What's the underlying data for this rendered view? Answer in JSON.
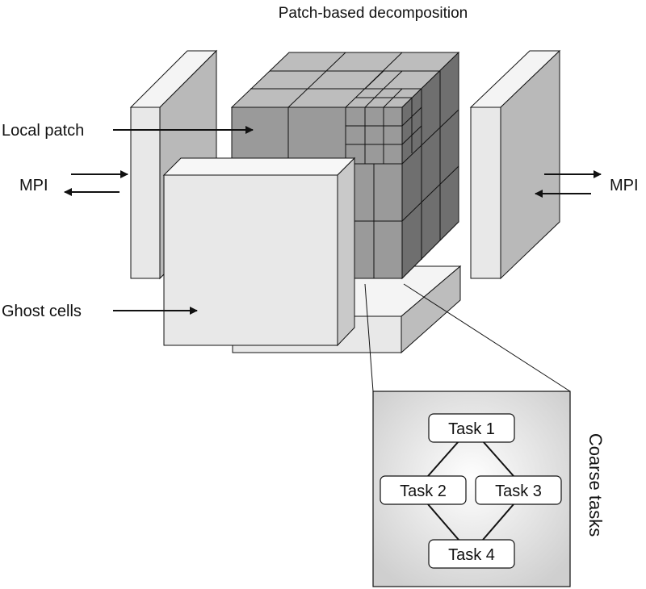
{
  "title": "Patch-based decomposition",
  "labels": {
    "local_patch": "Local patch",
    "mpi_left": "MPI",
    "mpi_right": "MPI",
    "ghost_cells": "Ghost cells",
    "coarse_tasks": "Coarse tasks"
  },
  "tasks": {
    "task1": "Task 1",
    "task2": "Task 2",
    "task3": "Task 3",
    "task4": "Task 4"
  },
  "colors": {
    "cube_top": "#bdbdbd",
    "cube_front": "#9a9a9a",
    "cube_side": "#6f6f6f",
    "slab_front": "#e8e8e8",
    "slab_side": "#b9b9b9",
    "inset_bg": "#e4e4e4",
    "stroke": "#111111"
  }
}
